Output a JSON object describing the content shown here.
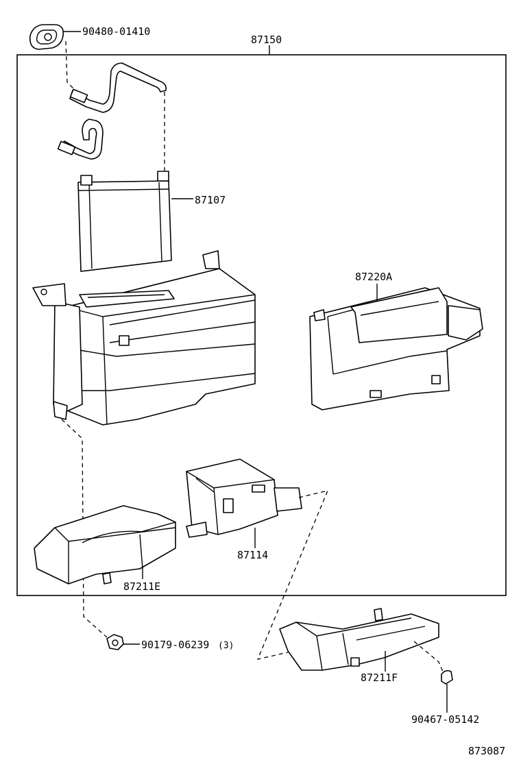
{
  "diagram": {
    "assembly_label": "87150",
    "drawing_number": "873087",
    "parts": [
      {
        "id": "gasket",
        "label": "90480-01410"
      },
      {
        "id": "evaporator-core",
        "label": "87107"
      },
      {
        "id": "duct-top",
        "label": "87220A"
      },
      {
        "id": "case-small",
        "label": "87114"
      },
      {
        "id": "duct-left",
        "label": "87211E"
      },
      {
        "id": "nut",
        "label": "90179-06239",
        "qty": "(3)"
      },
      {
        "id": "duct-right",
        "label": "87211F"
      },
      {
        "id": "clip",
        "label": "90467-05142"
      }
    ]
  }
}
